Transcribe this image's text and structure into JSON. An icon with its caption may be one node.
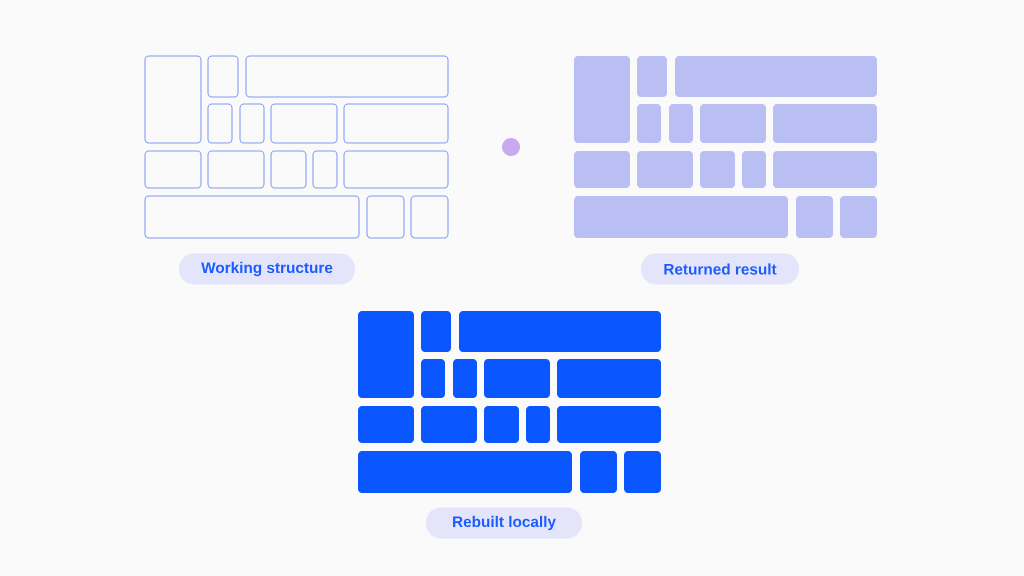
{
  "diagram": {
    "nodes": [
      {
        "text": [
          "Working structure"
        ]
      },
      {
        "text": [
          "Returned result"
        ]
      },
      {
        "text": [
          "Rebuilt locally"
        ]
      }
    ]
  }
}
